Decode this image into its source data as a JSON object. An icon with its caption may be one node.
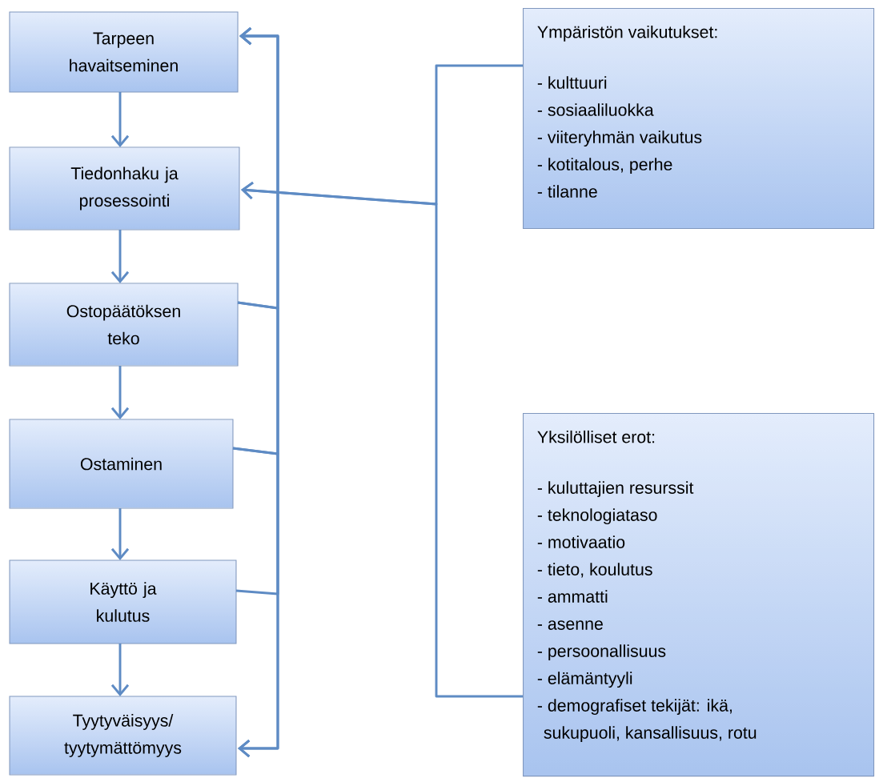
{
  "diagram": {
    "nodes": [
      {
        "text": [
          "Tarpeen havaitseminen"
        ]
      },
      {
        "text": [
          "Tiedonhaku ja prosessointi"
        ]
      },
      {
        "text": [
          "Ostopäätöksen teko"
        ]
      },
      {
        "text": [
          "Ostaminen"
        ]
      },
      {
        "text": [
          "Käyttö ja kulutus"
        ]
      },
      {
        "text": [
          "Tyytyväisyys/ tyytymättömyys"
        ]
      },
      {
        "text": [
          "Ympäristön vaikutukset:",
          "- kulttuuri",
          "- sosiaaliluokka",
          "- viiteryhmän vaikutus",
          "- kotitalous, perhe",
          "- tilanne"
        ]
      },
      {
        "text": [
          "Yksilölliset erot:",
          "- kuluttajien resurssit",
          "- teknologiataso",
          "- motivaatio",
          "- tieto, koulutus",
          "- ammatti",
          "- asenne",
          "- persoonallisuus",
          "- elämäntyyli",
          "- demografiset tekijät: ikä, sukupuoli, kansallisuus, rotu"
        ]
      }
    ],
    "edges": [
      {
        "from": 0,
        "to": 1,
        "arrow": "to"
      },
      {
        "from": 1,
        "to": 2,
        "arrow": "to"
      },
      {
        "from": 2,
        "to": 3,
        "arrow": "to"
      },
      {
        "from": 3,
        "to": 4,
        "arrow": "to"
      },
      {
        "from": 4,
        "to": 5,
        "arrow": "to"
      },
      {
        "from": 2,
        "to": 0,
        "arrow": "to"
      },
      {
        "from": 2,
        "to": 5,
        "arrow": "to"
      },
      {
        "from": 3,
        "to": 0,
        "arrow": "to"
      },
      {
        "from": 3,
        "to": 5,
        "arrow": "to"
      },
      {
        "from": 4,
        "to": 0,
        "arrow": "to"
      },
      {
        "from": 6,
        "to": 1,
        "arrow": "to"
      },
      {
        "from": 7,
        "to": 1,
        "arrow": "to"
      }
    ]
  }
}
